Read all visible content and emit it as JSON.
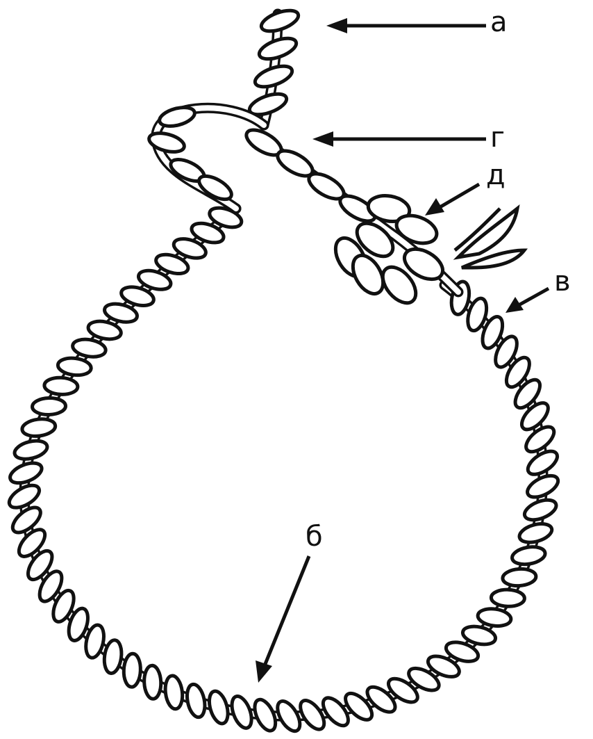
{
  "labels": {
    "a": "а",
    "b": "б",
    "v": "в",
    "g": "г",
    "d": "д"
  },
  "colors": {
    "ink": "#111111",
    "background": "#ffffff"
  }
}
